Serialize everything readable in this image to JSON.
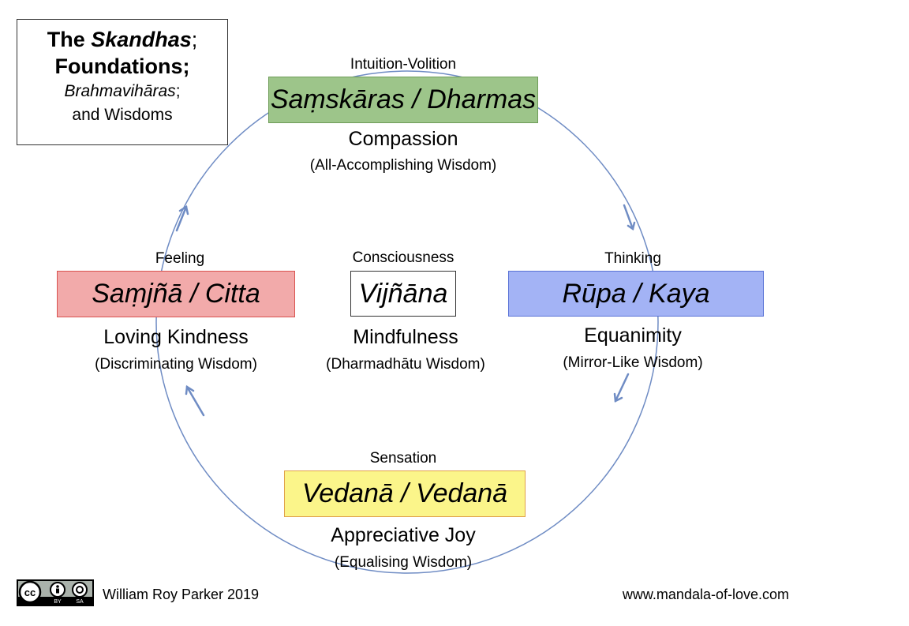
{
  "title": {
    "prefix": "The ",
    "emphasis": "Skandhas",
    "suffix": ";",
    "line2": "Foundations;",
    "line3": "Brahmavihāras",
    "line3_suffix": ";",
    "line4": "and Wisdoms"
  },
  "nodes": {
    "top": {
      "category": "Intuition-Volition",
      "name": "Saṃskāras / Dharmas",
      "quality": "Compassion",
      "wisdom": "(All-Accomplishing Wisdom)",
      "color": "#9dc58a"
    },
    "left": {
      "category": "Feeling",
      "name": "Saṃjñā / Citta",
      "quality": "Loving Kindness",
      "wisdom": "(Discriminating Wisdom)",
      "color": "#f2aaaa"
    },
    "center": {
      "category": "Consciousness",
      "name": "Vijñāna",
      "quality": "Mindfulness",
      "wisdom": "(Dharmadhātu Wisdom)",
      "color": "#ffffff"
    },
    "right": {
      "category": "Thinking",
      "name": "Rūpa / Kaya",
      "quality": "Equanimity",
      "wisdom": "(Mirror-Like Wisdom)",
      "color": "#a3b3f5"
    },
    "bottom": {
      "category": "Sensation",
      "name": "Vedanā / Vedanā",
      "quality": "Appreciative Joy",
      "wisdom": "(Equalising Wisdom)",
      "color": "#fbf58a"
    }
  },
  "footer": {
    "author": "William Roy Parker 2019",
    "website": "www.mandala-of-love.com",
    "license_by": "BY",
    "license_sa": "SA"
  },
  "colors": {
    "circle": "#6f8cc4",
    "arrow": "#6f8cc4"
  },
  "icons": [
    "cc-icon",
    "attribution-icon",
    "share-alike-icon",
    "cycle-arrow-icon"
  ]
}
